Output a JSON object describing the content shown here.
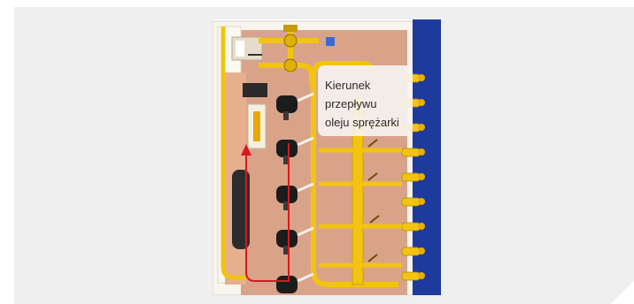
{
  "callout": {
    "lines": [
      "Kierunek",
      "przepływu",
      "oleju sprężarki"
    ]
  },
  "colors": {
    "panel_background": "#efefef",
    "unit_body": "#d9a38a",
    "pipe": "#f2c411",
    "side_panel": "#1f3a9e",
    "flow_arrow": "#d8181e"
  }
}
